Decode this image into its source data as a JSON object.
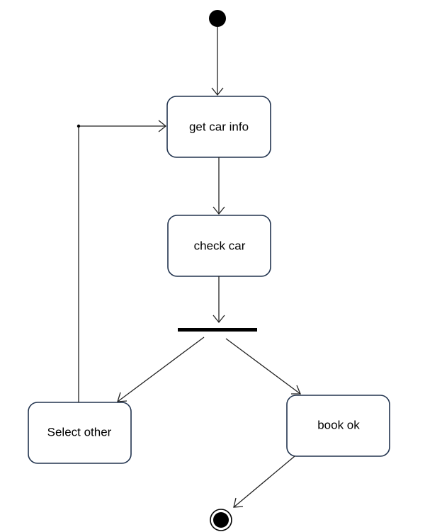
{
  "diagram": {
    "states": [
      {
        "id": "get_car_info",
        "label": "get car info"
      },
      {
        "id": "check_car",
        "label": "check car"
      },
      {
        "id": "select_other",
        "label": "Select other"
      },
      {
        "id": "book_ok",
        "label": "book ok"
      }
    ],
    "colors": {
      "stroke": "#22344f",
      "line": "#222222",
      "fill": "#ffffff",
      "node": "#000000"
    }
  }
}
